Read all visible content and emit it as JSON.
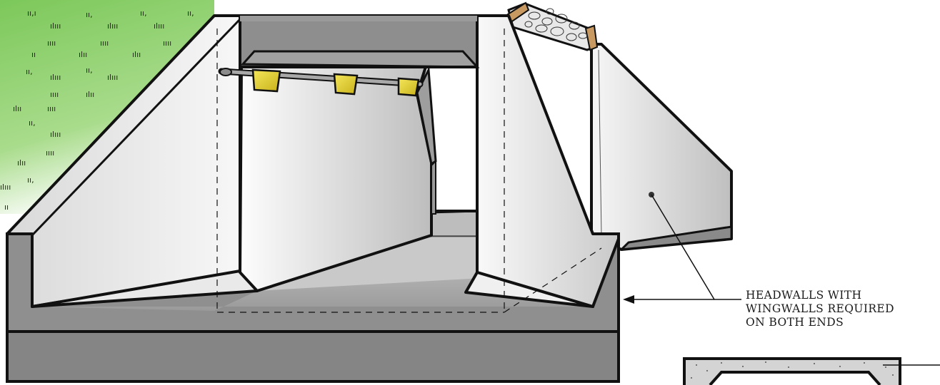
{
  "callout": {
    "lines": [
      "HEADWALLS WITH",
      "WINGWALLS REQUIRED",
      "ON BOTH ENDS"
    ]
  },
  "colors": {
    "grass": "#7dc95a",
    "concrete_light": "#f2f2f2",
    "concrete_mid": "#cfcfcf",
    "concrete_dark": "#8c8c8c",
    "outline": "#111111",
    "bracket": "#e8d430",
    "rod": "#9a9a9a",
    "rubble": "#d8d8d8",
    "soil": "#c8a070"
  }
}
